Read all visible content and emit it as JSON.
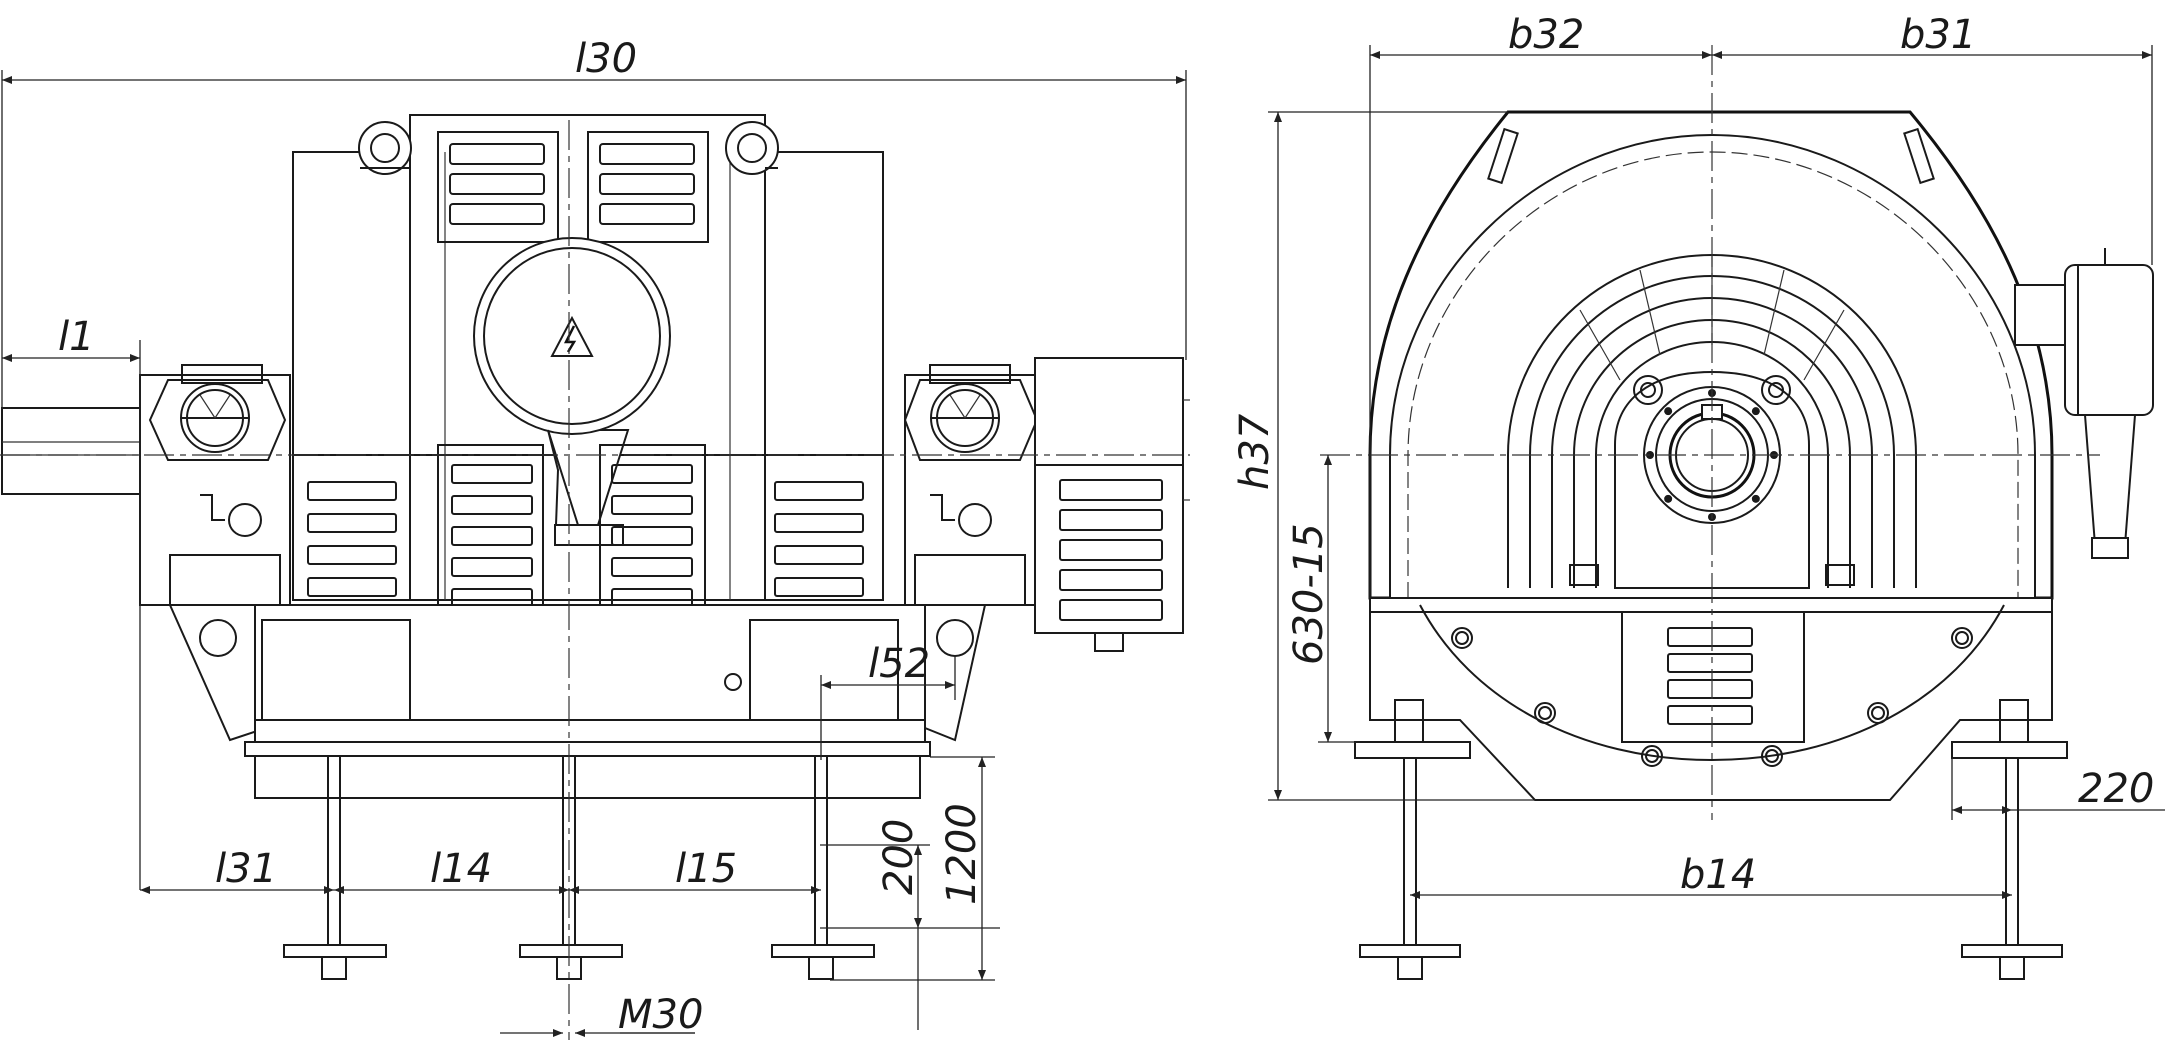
{
  "dimensions": {
    "l30": "l30",
    "l1": "l1",
    "l31": "l31",
    "l14": "l14",
    "l15": "l15",
    "l52": "l52",
    "h200": "200",
    "h1200": "1200",
    "m30": "M30",
    "b32": "b32",
    "b31": "b31",
    "h37": "h37",
    "h630": "630-15",
    "b14": "b14",
    "w220": "220"
  }
}
